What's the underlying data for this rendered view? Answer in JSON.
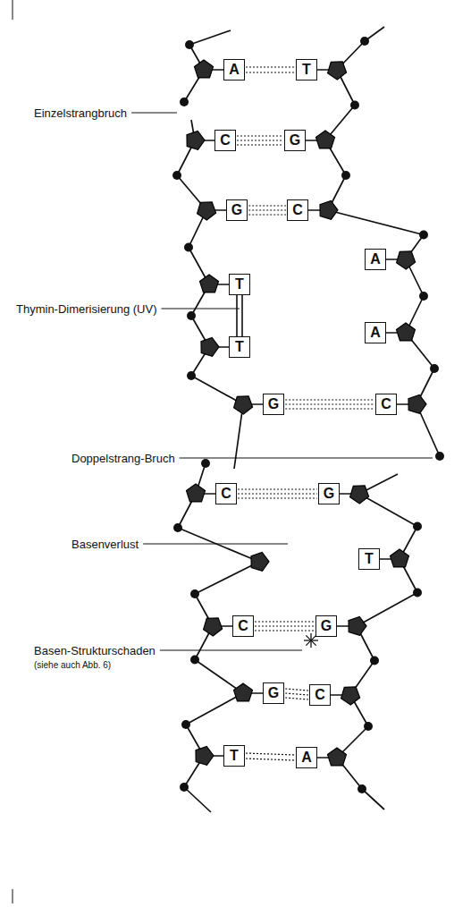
{
  "diagram": {
    "nodes": [
      {
        "text": [
          "A"
        ]
      },
      {
        "text": [
          "T"
        ]
      },
      {
        "text": [
          "C"
        ]
      },
      {
        "text": [
          "G"
        ]
      },
      {
        "text": [
          "G"
        ]
      },
      {
        "text": [
          "C"
        ]
      },
      {
        "text": [
          "T"
        ]
      },
      {
        "text": [
          "A"
        ]
      },
      {
        "text": [
          "T"
        ]
      },
      {
        "text": [
          "A"
        ]
      },
      {
        "text": [
          "G"
        ]
      },
      {
        "text": [
          "C"
        ]
      },
      {
        "text": [
          "C"
        ]
      },
      {
        "text": [
          "G"
        ]
      },
      {
        "text": [
          "T"
        ]
      },
      {
        "text": [
          "C"
        ]
      },
      {
        "text": [
          "G"
        ]
      },
      {
        "text": [
          "G"
        ]
      },
      {
        "text": [
          "C"
        ]
      },
      {
        "text": [
          "T"
        ]
      },
      {
        "text": [
          "A"
        ]
      }
    ],
    "edges": [
      {
        "from": 0,
        "to": 1,
        "arrow": "none"
      },
      {
        "from": 2,
        "to": 3,
        "arrow": "none"
      },
      {
        "from": 4,
        "to": 5,
        "arrow": "none"
      },
      {
        "from": 6,
        "to": 8,
        "arrow": "none"
      },
      {
        "from": 10,
        "to": 11,
        "arrow": "none"
      },
      {
        "from": 12,
        "to": 13,
        "arrow": "none"
      },
      {
        "from": 15,
        "to": 16,
        "arrow": "none"
      },
      {
        "from": 17,
        "to": 18,
        "arrow": "none"
      },
      {
        "from": 19,
        "to": 20,
        "arrow": "none"
      }
    ],
    "labels": [
      "Einzelstrangbruch",
      "Thymin-Dimerisierung (UV)",
      "Doppelstrang-Bruch",
      "Basenverlust",
      "Basen-Strukturschaden",
      "(siehe auch Abb. 6)"
    ]
  }
}
